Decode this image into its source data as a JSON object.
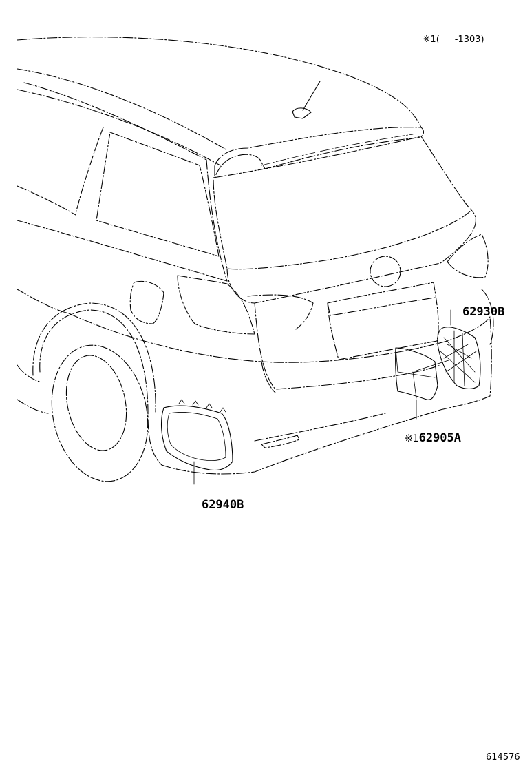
{
  "header_note": {
    "symbol": "※1",
    "open_paren": "(",
    "range": "-1303)"
  },
  "callouts": [
    {
      "id": "part-62930b",
      "prefix": "",
      "label": "62930B"
    },
    {
      "id": "part-62905a",
      "prefix": "※1",
      "label": "62905A"
    },
    {
      "id": "part-62940b",
      "prefix": "",
      "label": "62940B"
    }
  ],
  "illustration_id": "614576",
  "colors": {
    "line": "#000000",
    "background": "#ffffff"
  }
}
